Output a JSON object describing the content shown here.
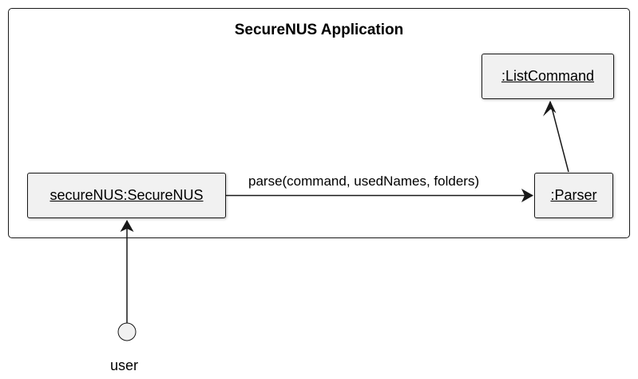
{
  "diagram": {
    "container": {
      "title": "SecureNUS Application"
    },
    "objects": {
      "securenus": ":SecureNUS",
      "securenus_name": "secureNUS",
      "parser": ":Parser",
      "list_command": ":ListCommand"
    },
    "messages": {
      "parse": "parse(command, usedNames, folders)"
    },
    "actor": {
      "label": "user"
    }
  }
}
